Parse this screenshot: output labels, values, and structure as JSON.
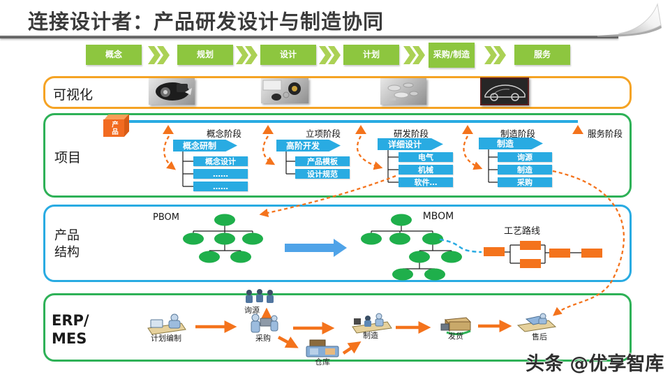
{
  "header": {
    "title": "连接设计者：产品研发设计与制造协同"
  },
  "process": {
    "steps": [
      "概念",
      "规划",
      "设计",
      "计划",
      "采购/制造",
      "服务"
    ]
  },
  "visualization": {
    "label": "可视化"
  },
  "project": {
    "label": "项目",
    "cube_label": "产品",
    "stages": [
      {
        "name": "概念阶段",
        "parent": "概念研制",
        "children": [
          "概念设计",
          "……",
          "……"
        ]
      },
      {
        "name": "立项阶段",
        "parent": "高阶开发",
        "children": [
          "产品模板",
          "设计规范"
        ]
      },
      {
        "name": "研发阶段",
        "parent": "详细设计",
        "children": [
          "电气",
          "机械",
          "软件…"
        ]
      },
      {
        "name": "制造阶段",
        "parent": "制造",
        "children": [
          "询源",
          "制造",
          "采购"
        ]
      },
      {
        "name": "服务阶段"
      }
    ]
  },
  "product_structure": {
    "label_lines": [
      "产品",
      "结构"
    ],
    "pbom_label": "PBOM",
    "mbom_label": "MBOM",
    "routing_label": "工艺路线"
  },
  "erp": {
    "label_lines": [
      "ERP/",
      "MES"
    ],
    "nodes": {
      "planning": "计划编制",
      "sourcing": "询源",
      "purchasing": "采购",
      "warehouse": "仓库",
      "manufacturing": "制造",
      "shipping": "发货",
      "aftersales": "售后"
    }
  },
  "watermark": "头条 @优享智库",
  "colors": {
    "process_green": "#8DC63F",
    "chevron_green": "#ABD155",
    "box_blue": "#29ABE2",
    "orange": "#F4731C",
    "border_green": "#2EB157",
    "border_orange": "#F5A324",
    "border_blue": "#29ABE2",
    "node_green": "#1FAF4B",
    "big_arrow_blue": "#4FA3E8"
  }
}
